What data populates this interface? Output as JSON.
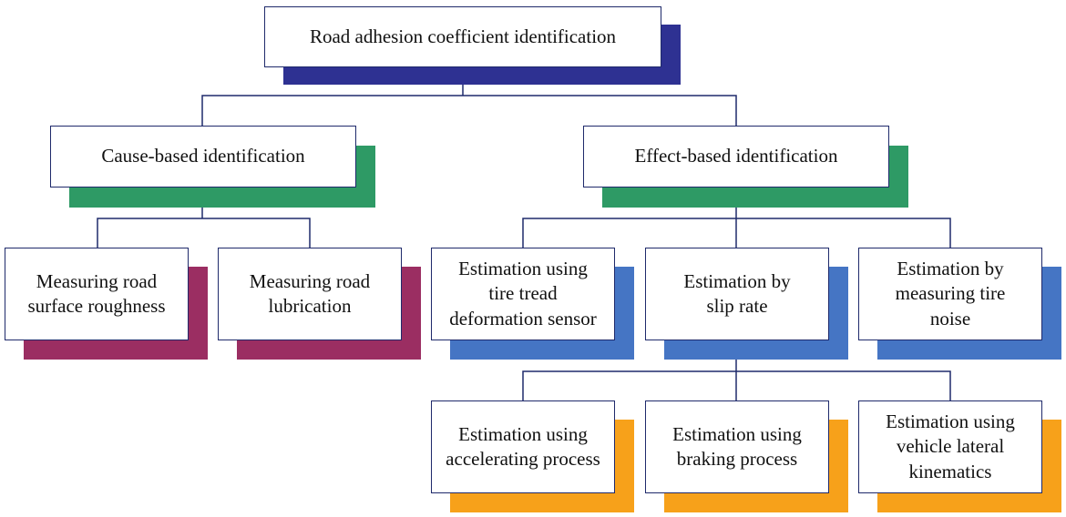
{
  "colors": {
    "root_shadow": "#2E3192",
    "level1_shadow": "#2E9A65",
    "cause_children_shadow": "#9B2E62",
    "effect_children_shadow": "#4575C4",
    "slip_children_shadow": "#F7A11A",
    "connector": "#1f2a6b"
  },
  "root": {
    "label": "Road adhesion coefficient identification"
  },
  "cause": {
    "label": "Cause-based identification",
    "children": [
      {
        "label": "Measuring road\nsurface roughness"
      },
      {
        "label": "Measuring road\nlubrication"
      }
    ]
  },
  "effect": {
    "label": "Effect-based identification",
    "children": [
      {
        "label": "Estimation using\ntire tread\ndeformation sensor"
      },
      {
        "label": "Estimation by\nslip rate"
      },
      {
        "label": "Estimation by\nmeasuring tire\nnoise"
      }
    ]
  },
  "slip_rate": {
    "children": [
      {
        "label": "Estimation using\naccelerating process"
      },
      {
        "label": "Estimation using\nbraking process"
      },
      {
        "label": "Estimation using\nvehicle lateral\nkinematics"
      }
    ]
  }
}
